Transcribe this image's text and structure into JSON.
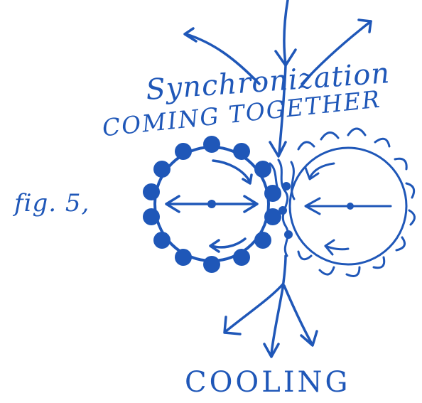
{
  "labels": {
    "synchronization": "Synchronization",
    "coming_together": "COMING TOGETHER",
    "figure": "fig. 5,",
    "cooling": "COOLING"
  },
  "colors": {
    "ink": "#1f57b8",
    "paper": "#ffffff"
  }
}
